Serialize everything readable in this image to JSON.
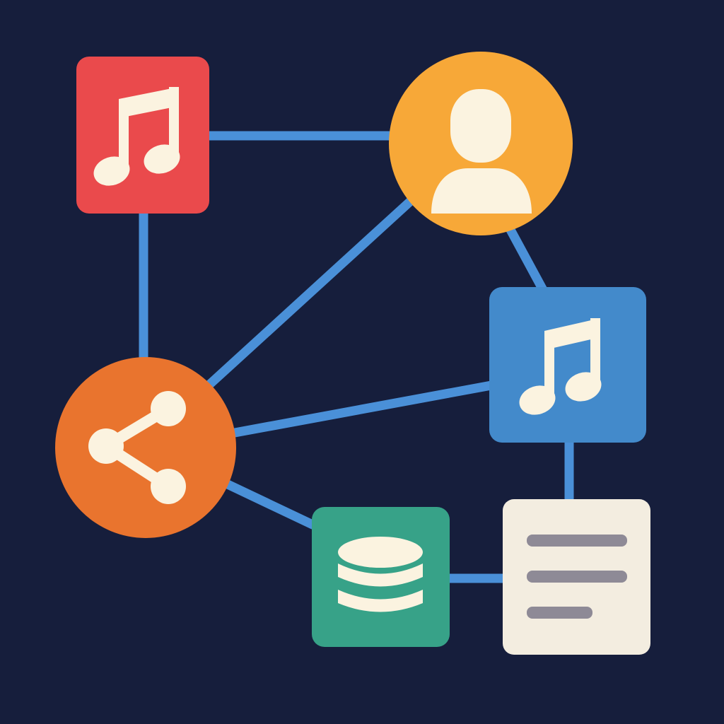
{
  "diagram": {
    "background": "#161e3c",
    "edge_color": "#4a90d8",
    "nodes": [
      {
        "id": "music-red",
        "shape": "rounded-square",
        "icon": "music-note-icon",
        "color": "#ea4a4c"
      },
      {
        "id": "user",
        "shape": "circle",
        "icon": "user-icon",
        "color": "#f7a838"
      },
      {
        "id": "music-blue",
        "shape": "rounded-square",
        "icon": "music-note-icon",
        "color": "#438acb"
      },
      {
        "id": "share",
        "shape": "circle",
        "icon": "share-icon",
        "color": "#e9742e"
      },
      {
        "id": "database",
        "shape": "rounded-square",
        "icon": "database-icon",
        "color": "#37a288"
      },
      {
        "id": "document",
        "shape": "rounded-square",
        "icon": "document-icon",
        "color": "#f3ede0"
      }
    ],
    "edges": [
      [
        "music-red",
        "user"
      ],
      [
        "music-red",
        "share"
      ],
      [
        "user",
        "share"
      ],
      [
        "user",
        "music-blue"
      ],
      [
        "share",
        "music-blue"
      ],
      [
        "share",
        "database"
      ],
      [
        "music-blue",
        "document"
      ],
      [
        "database",
        "document"
      ]
    ],
    "icon_color": "#fbf3e0",
    "document_line_color": "#8e8a96"
  }
}
